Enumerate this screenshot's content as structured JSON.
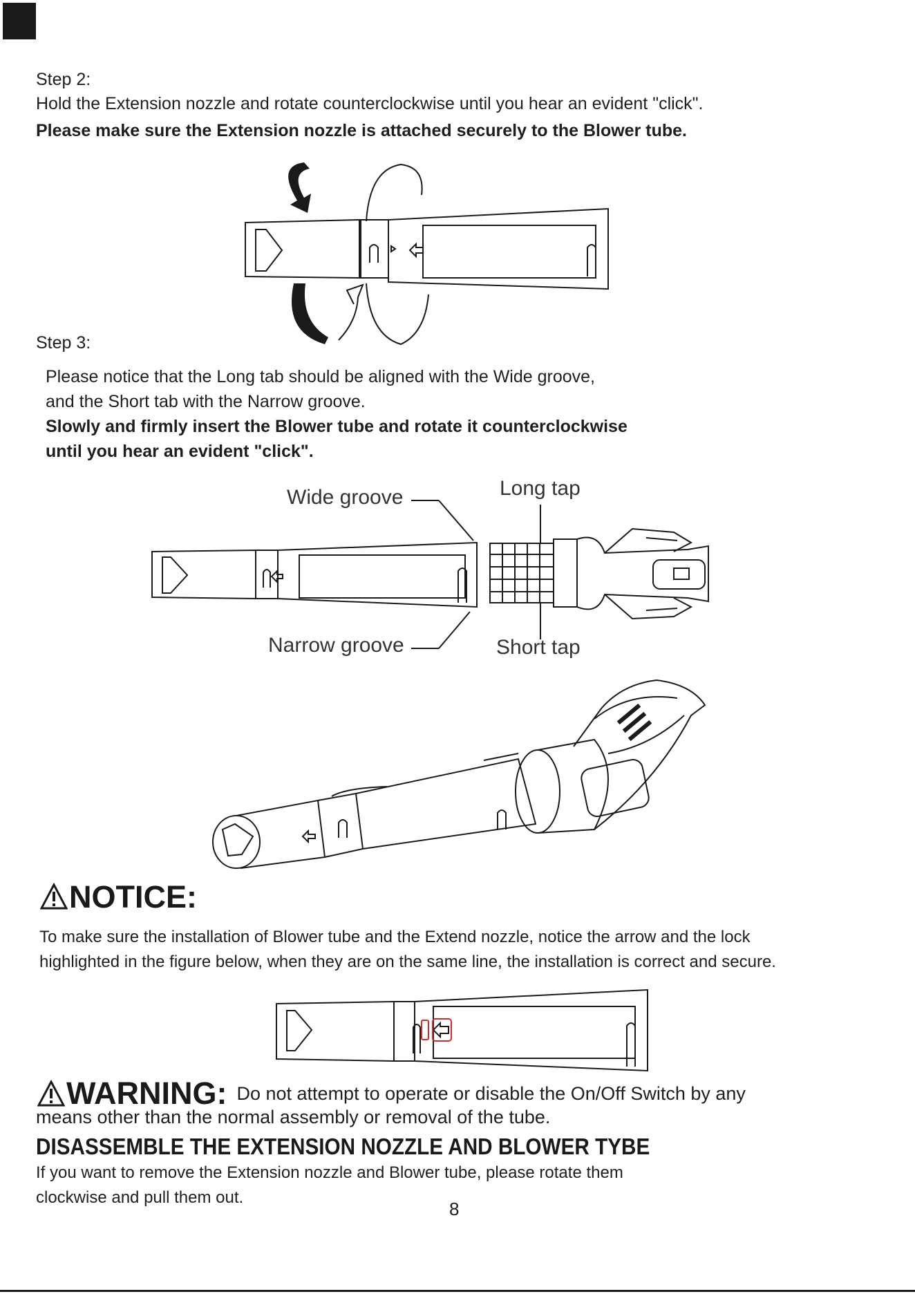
{
  "step2": {
    "label": "Step 2:",
    "line1": "Hold the Extension nozzle and rotate counterclockwise until you hear an evident \"click\".",
    "line2": "Please make sure the Extension nozzle is attached securely to the Blower tube."
  },
  "step3": {
    "label": "Step 3:",
    "line1": "Please notice that the Long tab should be aligned with the Wide groove,",
    "line2": "and the Short tab with the Narrow groove.",
    "line3": "Slowly and firmly insert the Blower tube and rotate it counterclockwise",
    "line4": "until you hear an evident \"click\"."
  },
  "figure2": {
    "wide_groove": "Wide groove",
    "long_tap": "Long tap",
    "narrow_groove": "Narrow groove",
    "short_tap": "Short tap"
  },
  "notice": {
    "title": "NOTICE:",
    "line1": "To make sure the installation of Blower tube and the Extend nozzle, notice the arrow and the lock",
    "line2": "highlighted in the figure below, when they are on the same line, the installation is correct and secure."
  },
  "warning": {
    "title": "WARNING:",
    "text1": "Do not attempt to operate or disable the On/Off Switch by any",
    "text2": "means other than the normal assembly or removal of the tube."
  },
  "disassemble": {
    "title": "DISASSEMBLE THE EXTENSION NOZZLE AND BLOWER TYBE",
    "line1": "If you want to remove the Extension nozzle and Blower tube, please rotate them",
    "line2": "clockwise and pull them out."
  },
  "page_number": "8",
  "colors": {
    "text": "#1e1e1e",
    "highlight": "#d62828"
  }
}
